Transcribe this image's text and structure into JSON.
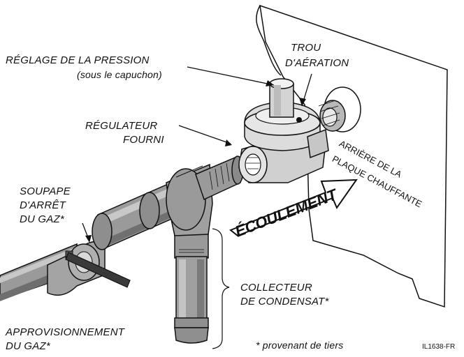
{
  "labels": {
    "pressure_adjust": "RÉGLAGE DE LA PRESSION",
    "pressure_adjust_sub": "(sous le capuchon)",
    "vent_hole_line1": "TROU",
    "vent_hole_line2": "D'AÉRATION",
    "regulator_line1": "RÉGULATEUR",
    "regulator_line2": "FOURNI",
    "shutoff_line1": "SOUPAPE",
    "shutoff_line2": "D'ARRÊT",
    "shutoff_line3": "DU GAZ*",
    "rear_line1": "ARRIÈRE DE LA",
    "rear_line2": "PLAQUE CHAUFFANTE",
    "flow": "ÉCOULEMENT",
    "sediment_line1": "COLLECTEUR",
    "sediment_line2": "DE CONDENSAT*",
    "supply_line1": "APPROVISIONNEMENT",
    "supply_line2": "DU GAZ*",
    "third_party": "* provenant de tiers",
    "figure_code": "IL1638-FR"
  },
  "colors": {
    "line": "#111111",
    "pipe_fill": "#9a9a9a",
    "pipe_dark": "#6e6e6e",
    "pipe_light": "#c8c8c8",
    "regulator_fill": "#d9d9d9",
    "panel_fill": "#ffffff"
  }
}
